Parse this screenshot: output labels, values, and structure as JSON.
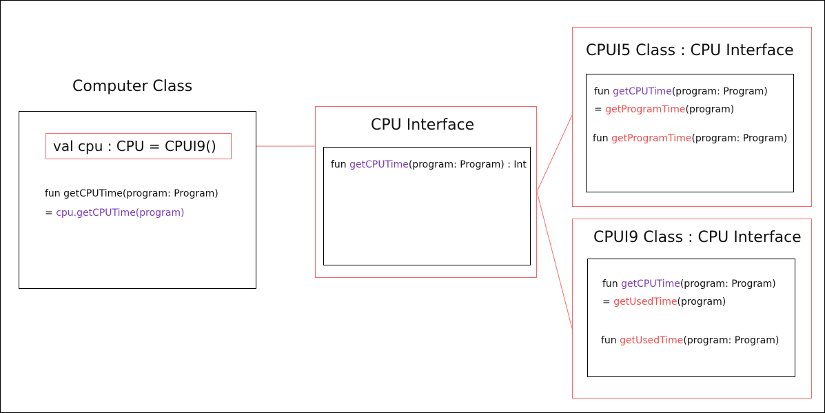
{
  "colors": {
    "connector": "#f26b6b",
    "method_purple": "#7a3cb8",
    "method_red": "#ef4d4d",
    "box_black": "#000000"
  },
  "computer": {
    "title": "Computer Class",
    "val_decl": "val cpu : CPU = CPUI9()",
    "fun_line": "fun getCPUTime(program: Program)",
    "eq": "= ",
    "call": "cpu.getCPUTime(program)"
  },
  "cpu_interface": {
    "title": "CPU Interface",
    "fun_kw": "fun ",
    "method": "getCPUTime",
    "sig": "(program: Program) : Int"
  },
  "cpui5": {
    "title": "CPUI5 Class : CPU Interface",
    "fun_kw": "fun ",
    "method1": "getCPUTime",
    "sig1": "(program: Program)",
    "eq": "= ",
    "call": "getProgramTime",
    "call_args": "(program)",
    "fun_kw2": "fun ",
    "method2": "getProgramTime",
    "sig2": "(program: Program)"
  },
  "cpui9": {
    "title": "CPUI9 Class : CPU Interface",
    "fun_kw": "fun ",
    "method1": "getCPUTime",
    "sig1": "(program: Program)",
    "eq": "= ",
    "call": "getUsedTime",
    "call_args": "(program)",
    "fun_kw2": "fun ",
    "method2": "getUsedTime",
    "sig2": "(program: Program)"
  }
}
